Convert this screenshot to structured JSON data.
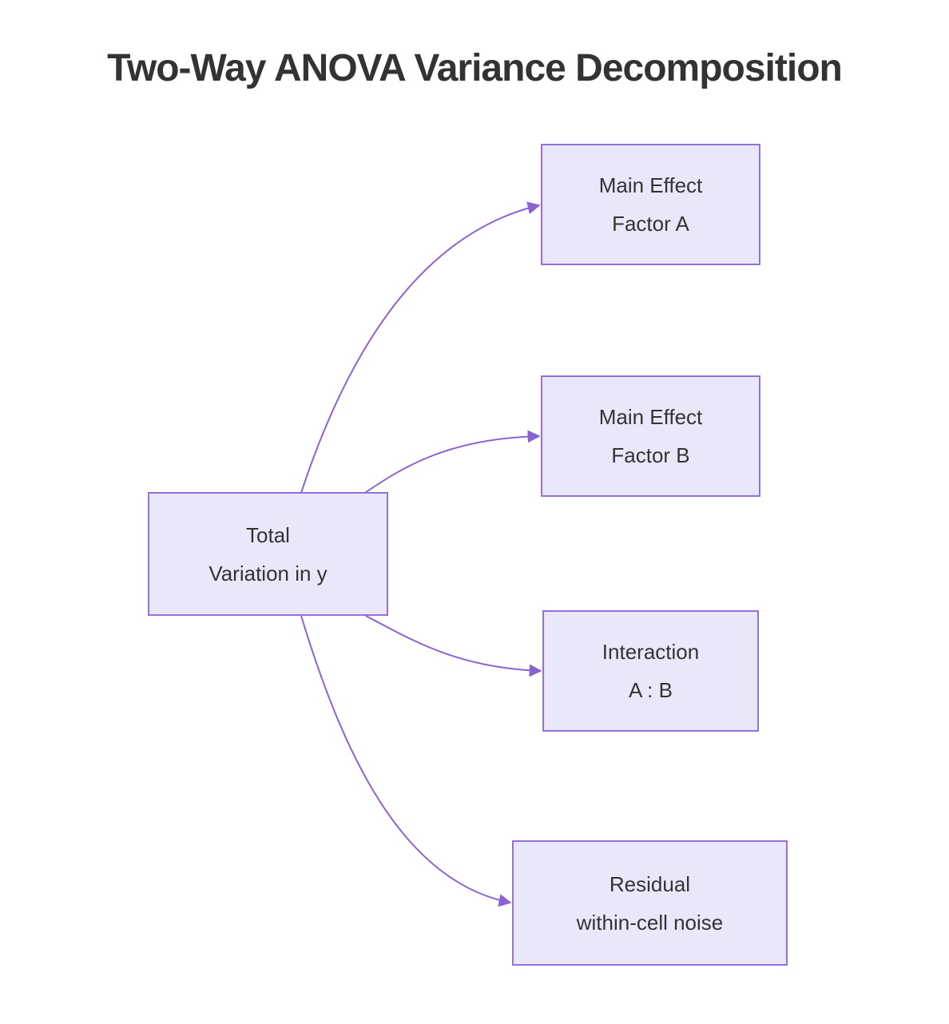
{
  "title": "Two-Way ANOVA Variance Decomposition",
  "diagram": {
    "type": "flowchart",
    "direction": "left-to-right",
    "nodes": {
      "total": {
        "line1": "Total",
        "line2": "Variation in y"
      },
      "factor_a": {
        "line1": "Main Effect",
        "line2": "Factor A"
      },
      "factor_b": {
        "line1": "Main Effect",
        "line2": "Factor B"
      },
      "interaction": {
        "line1": "Interaction",
        "line2": "A : B"
      },
      "residual": {
        "line1": "Residual",
        "line2": "within-cell noise"
      }
    },
    "edges": [
      {
        "from": "total",
        "to": "factor_a",
        "style": "curved-arrow"
      },
      {
        "from": "total",
        "to": "factor_b",
        "style": "curved-arrow"
      },
      {
        "from": "total",
        "to": "interaction",
        "style": "curved-arrow"
      },
      {
        "from": "total",
        "to": "residual",
        "style": "curved-arrow"
      }
    ],
    "colors": {
      "background": "#FFFFFF",
      "node_fill": "#E9E8FB",
      "node_border": "#9370DB",
      "edge_stroke": "#8A63D2",
      "text": "#333333",
      "title": "#333333"
    }
  }
}
